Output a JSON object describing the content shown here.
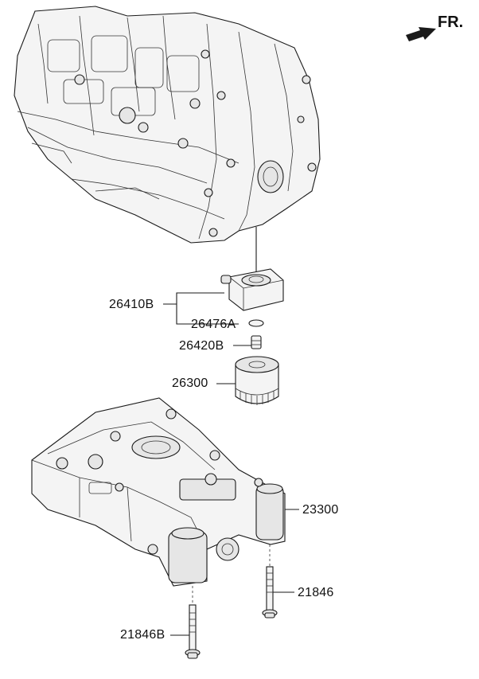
{
  "orientation": {
    "label": "FR."
  },
  "parts": [
    {
      "id": "oil-cooler",
      "number": "26410B"
    },
    {
      "id": "o-ring",
      "number": "26476A"
    },
    {
      "id": "fitting",
      "number": "26420B"
    },
    {
      "id": "oil-filter",
      "number": "26300"
    },
    {
      "id": "oil-pump-balance-shaft",
      "number": "23300"
    },
    {
      "id": "bolt",
      "number": "21846"
    },
    {
      "id": "bolt-long",
      "number": "21846B"
    }
  ]
}
